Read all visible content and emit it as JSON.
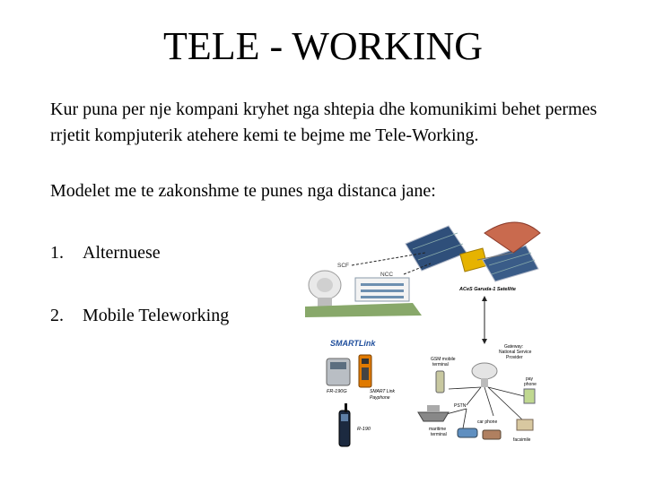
{
  "slide": {
    "title": "TELE - WORKING",
    "paragraph1": "Kur puna per nje kompani kryhet nga shtepia dhe komunikimi behet permes rrjetit kompjuterik atehere kemi te bejme me Tele-Working.",
    "paragraph2": "Modelet me te zakonshme te punes nga distanca jane:",
    "list": [
      {
        "number": "1.",
        "label": "Alternuese"
      },
      {
        "number": "2.",
        "label": "Mobile Teleworking"
      }
    ]
  },
  "diagram": {
    "scf": "SCF",
    "ncc": "NCC",
    "satellite": "ACeS Garuda-1 Satellite",
    "gsm": [
      "GSM mobile",
      "terminal"
    ],
    "gateway": [
      "Gateway:",
      "National Service",
      "Provider"
    ],
    "payphone": [
      "pay",
      "phone"
    ],
    "pstn": "PSTN",
    "maritime": [
      "maritime",
      "terminal"
    ],
    "carphone": "car phone",
    "facsimile": "facsimile",
    "smartlink": "SMARTLink",
    "fr190g": "FR-190G",
    "smartlink_payphone": [
      "SMART Link",
      "Payphone"
    ],
    "r190": "R-190"
  }
}
